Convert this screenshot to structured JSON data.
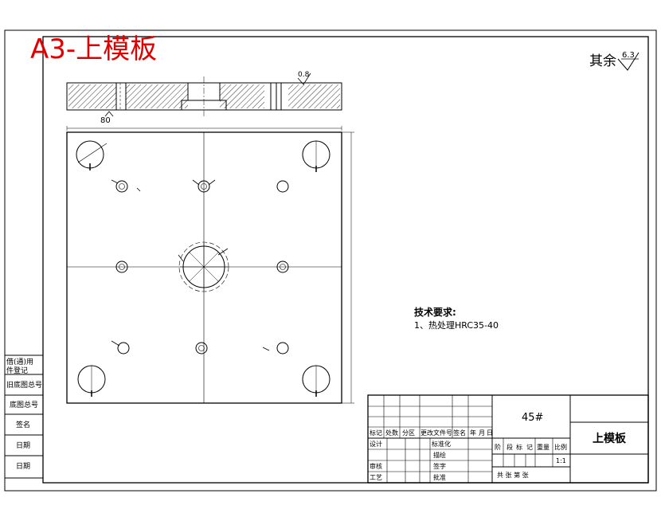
{
  "title_stamp": "A3-上模板",
  "roughness_note": {
    "prefix": "其余",
    "value": "6.3"
  },
  "section_roughness": "0.8",
  "section_dim": "80",
  "tech_requirements": {
    "heading": "技术要求:",
    "item1": "1、热处理HRC35-40"
  },
  "left_stamps": [
    "借(通)用",
    "件登记",
    "旧底图总号",
    "底图总号",
    "签名",
    "日期",
    "日期"
  ],
  "title_block": {
    "material": "45#",
    "part_name": "上模板",
    "header_row": [
      "标记",
      "处数",
      "分区",
      "更改文件号",
      "签名",
      "年",
      "月",
      "日"
    ],
    "design": "设计",
    "standardize": "标准化",
    "draw": "描绘",
    "review": "审核",
    "process": "工艺",
    "sign": "签字",
    "approve": "批准",
    "stage_cols": [
      "阶",
      "段",
      "标",
      "记",
      "重量",
      "比例"
    ],
    "scale": "1:1",
    "sheet": "共  张  第  张"
  }
}
